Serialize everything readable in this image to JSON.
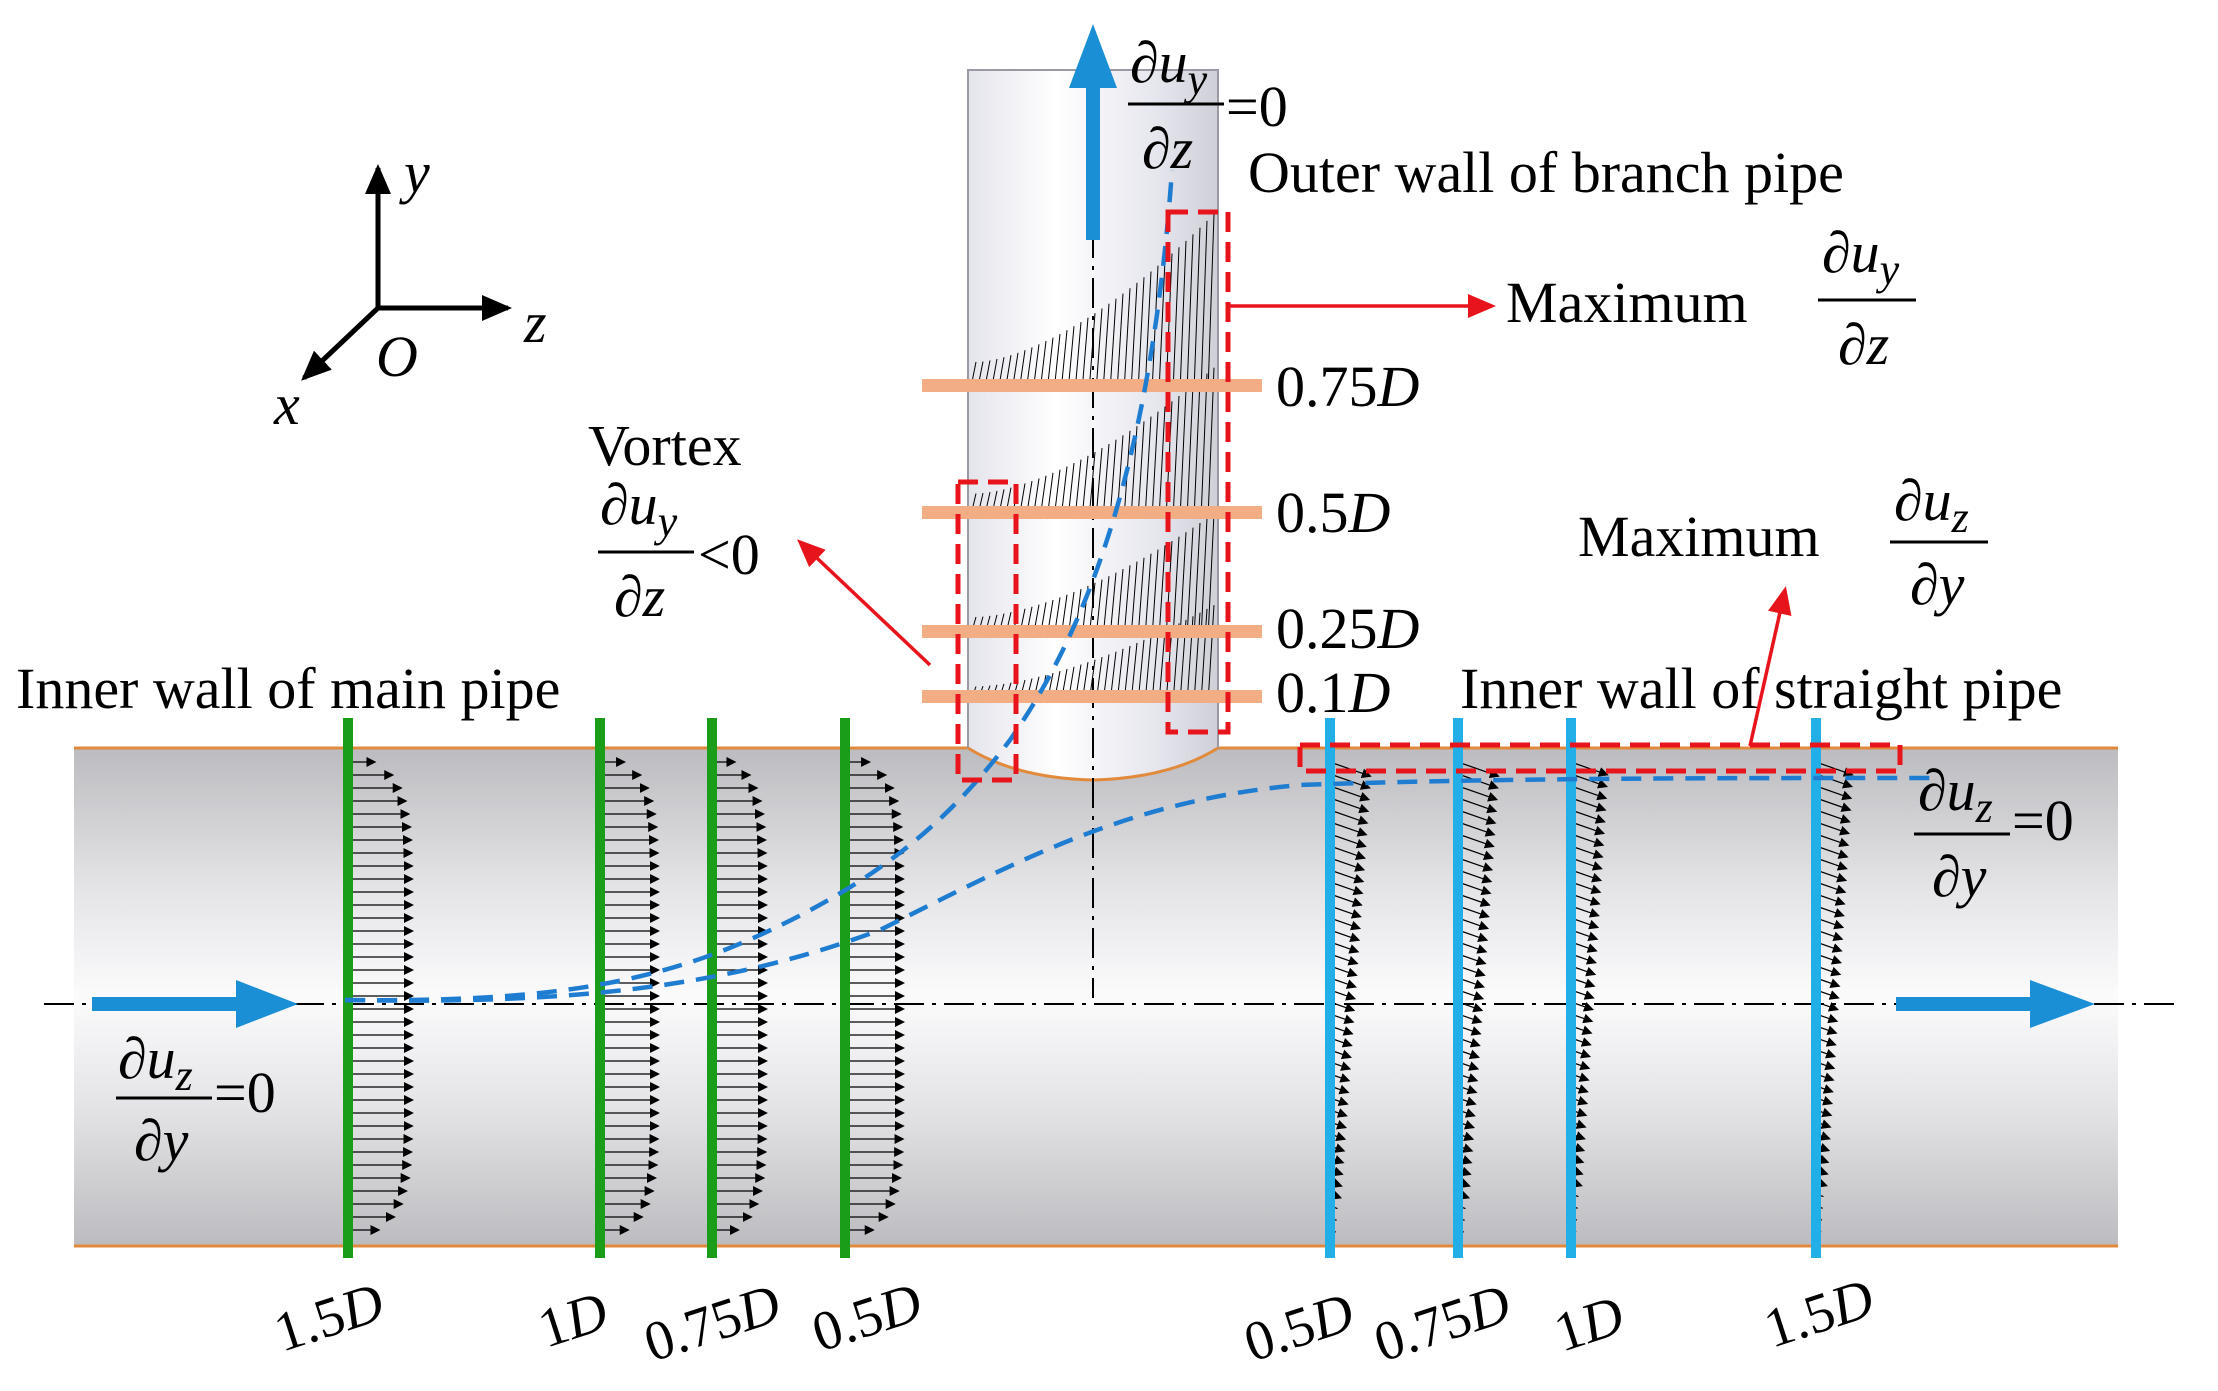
{
  "axes": {
    "x": "x",
    "y": "y",
    "z": "z",
    "origin": "O"
  },
  "labels": {
    "outer_wall_branch": "Outer wall of branch pipe",
    "inner_wall_main": "Inner wall of main pipe",
    "inner_wall_straight": "Inner wall of straight pipe",
    "vortex": "Vortex",
    "maximum_1": "Maximum",
    "maximum_2": "Maximum"
  },
  "math": {
    "partial": "∂",
    "u": "u",
    "sub_y": "y",
    "sub_z": "z",
    "den_z": "z",
    "den_y": "y",
    "eq_zero": "=0",
    "lt_zero": "<0"
  },
  "branch_stations": [
    {
      "num": "0.75",
      "unit": "D"
    },
    {
      "num": "0.5",
      "unit": "D"
    },
    {
      "num": "0.25",
      "unit": "D"
    },
    {
      "num": "0.1",
      "unit": "D"
    }
  ],
  "main_stations_left": [
    {
      "num": "1.5",
      "unit": "D"
    },
    {
      "num": "1",
      "unit": "D"
    },
    {
      "num": "0.75",
      "unit": "D"
    },
    {
      "num": "0.5",
      "unit": "D"
    }
  ],
  "main_stations_right": [
    {
      "num": "0.5",
      "unit": "D"
    },
    {
      "num": "0.75",
      "unit": "D"
    },
    {
      "num": "1",
      "unit": "D"
    },
    {
      "num": "1.5",
      "unit": "D"
    }
  ],
  "colors": {
    "station_green": "#1a9e1a",
    "station_cyan": "#22aee6",
    "station_orange": "#f2ad85",
    "highlight_red": "#e8141c",
    "flow_arrow_blue": "#1a8fd6",
    "streamline_blue": "#1f7dd1",
    "pipe_edge_orange": "#e28a3c"
  }
}
